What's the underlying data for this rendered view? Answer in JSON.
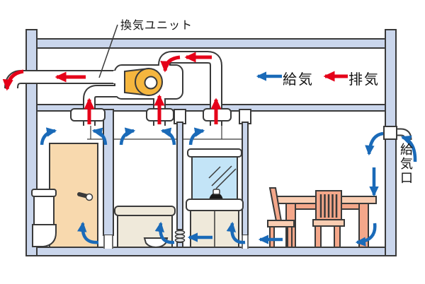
{
  "diagram": {
    "unit_label": "換気ユニット",
    "legend": {
      "supply": {
        "label": "給気",
        "color": "#1a6ab8"
      },
      "exhaust": {
        "label": "排気",
        "color": "#e50019"
      }
    },
    "inlet_label": "給気口"
  },
  "colors": {
    "background": "#ffffff",
    "structure": "#cad6ec",
    "outline": "#3a3a3a",
    "supply_blue": "#1a6ab8",
    "exhaust_red": "#e50019",
    "fan_orange": "#f5b63e",
    "door_tan": "#f8d9ae",
    "fixture_beige": "#efe9da",
    "furniture_salmon": "#f4a78a",
    "furniture_light": "#f9cdb2",
    "mirror_blue": "#c3e4f7"
  }
}
